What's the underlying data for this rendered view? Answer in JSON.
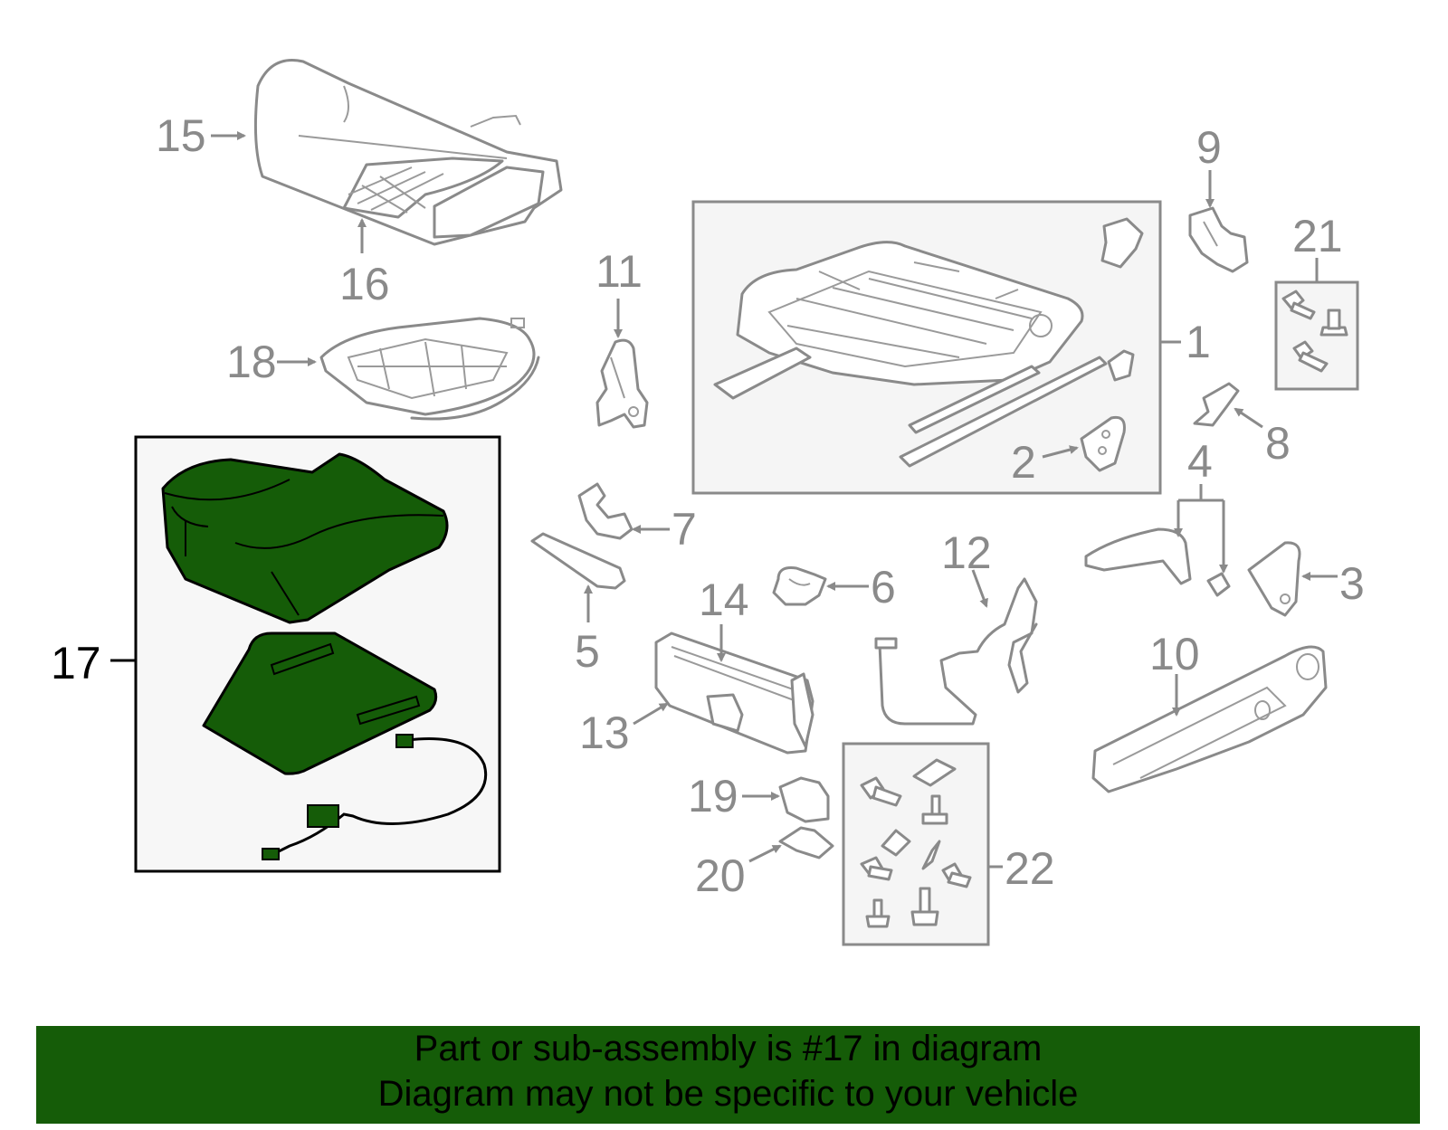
{
  "callouts": {
    "c1": "1",
    "c2": "2",
    "c3": "3",
    "c4": "4",
    "c5": "5",
    "c6": "6",
    "c7": "7",
    "c8": "8",
    "c9": "9",
    "c10": "10",
    "c11": "11",
    "c12": "12",
    "c13": "13",
    "c14": "14",
    "c15": "15",
    "c16": "16",
    "c17": "17",
    "c18": "18",
    "c19": "19",
    "c20": "20",
    "c21": "21",
    "c22": "22"
  },
  "selected_part": "17",
  "colors": {
    "highlight": "#155c08",
    "part_outline": "#8a8a8a",
    "panel": "#f7f7f7"
  },
  "banner": {
    "line1": "Part or sub-assembly is #17 in diagram",
    "line2": "Diagram may not be specific to your vehicle"
  }
}
